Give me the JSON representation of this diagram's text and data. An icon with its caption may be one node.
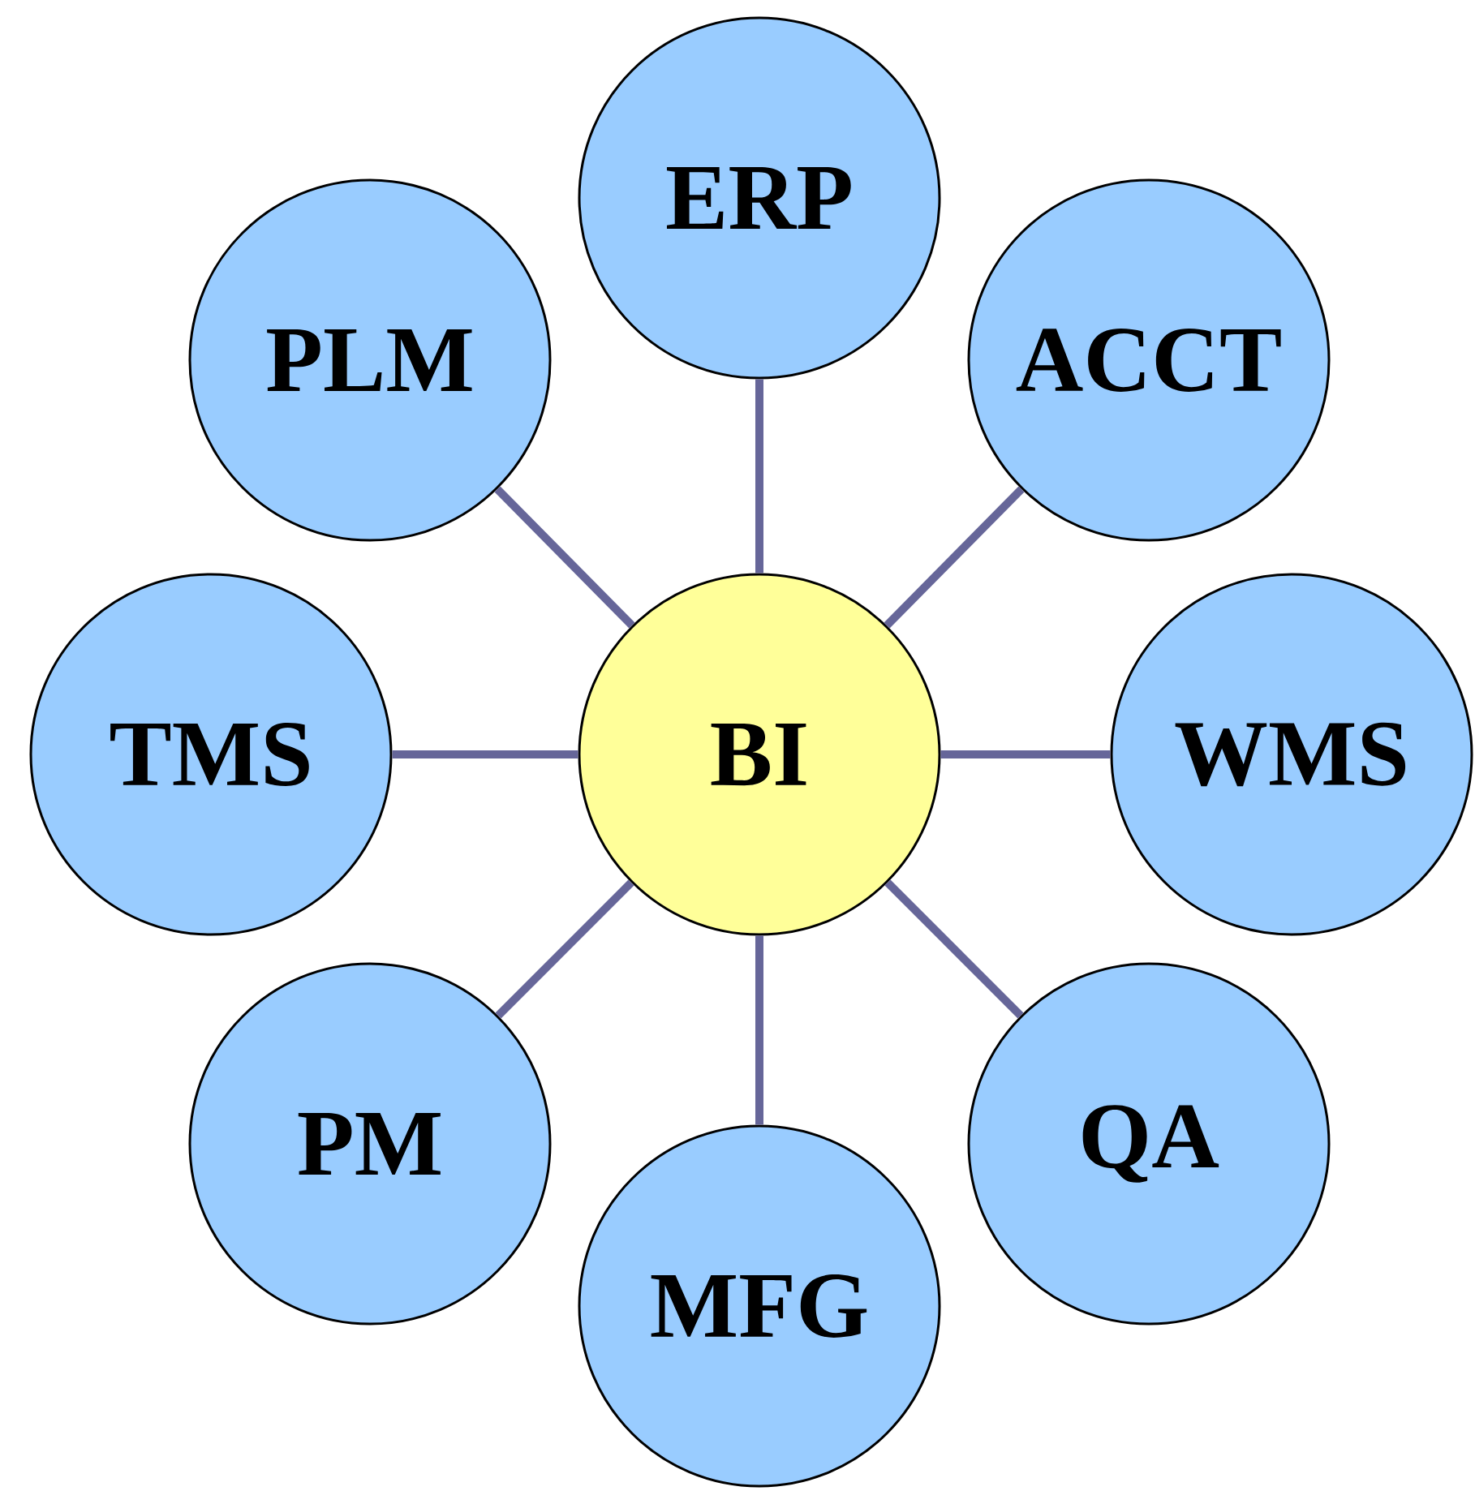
{
  "diagram": {
    "nodes": [
      {
        "text": [
          "ERP"
        ]
      },
      {
        "text": [
          "PLM"
        ]
      },
      {
        "text": [
          "ACCT"
        ]
      },
      {
        "text": [
          "TMS"
        ]
      },
      {
        "text": [
          "BI"
        ]
      },
      {
        "text": [
          "WMS"
        ]
      },
      {
        "text": [
          "PM"
        ]
      },
      {
        "text": [
          "QA"
        ]
      },
      {
        "text": [
          "MFG"
        ]
      }
    ],
    "edges": [
      {
        "from": 4,
        "to": 0,
        "arrow": "none"
      },
      {
        "from": 4,
        "to": 1,
        "arrow": "none"
      },
      {
        "from": 4,
        "to": 2,
        "arrow": "none"
      },
      {
        "from": 4,
        "to": 3,
        "arrow": "none"
      },
      {
        "from": 4,
        "to": 5,
        "arrow": "none"
      },
      {
        "from": 4,
        "to": 6,
        "arrow": "none"
      },
      {
        "from": 4,
        "to": 7,
        "arrow": "none"
      },
      {
        "from": 4,
        "to": 8,
        "arrow": "none"
      }
    ]
  }
}
